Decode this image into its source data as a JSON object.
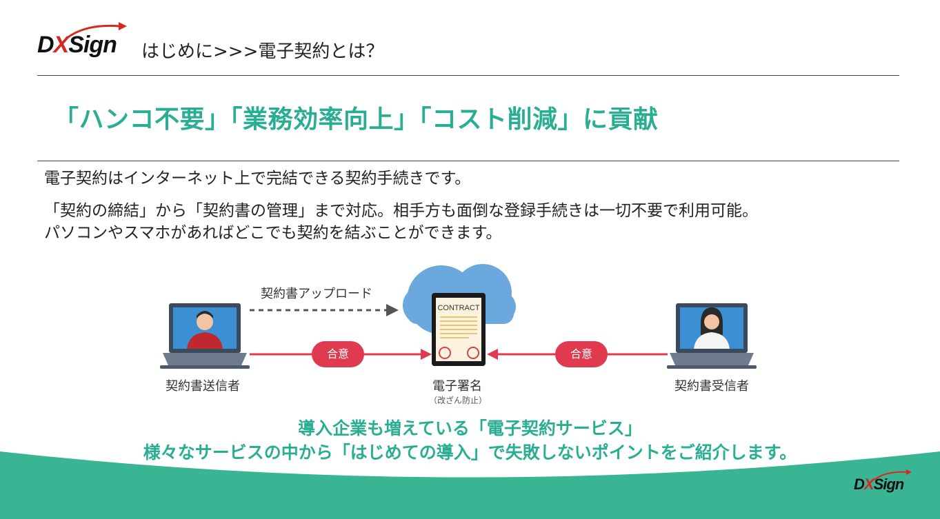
{
  "header": {
    "logo_text_d": "D",
    "logo_text_x": "X",
    "logo_text_sign": "Sign",
    "title": "はじめに>>>電子契約とは？"
  },
  "headline": "「ハンコ不要」「業務効率向上」「コスト削減」に貢献",
  "body": {
    "line1": "電子契約はインターネット上で完結できる契約手続きです。",
    "line2": "「契約の締結」から「契約書の管理」まで対応。相手方も面倒な登録手続きは一切不要で利用可能。",
    "line3": "パソコンやスマホがあればどこでも契約を結ぶことができます。"
  },
  "diagram": {
    "upload_label": "契約書アップロード",
    "sender_label": "契約書送信者",
    "receiver_label": "契約書受信者",
    "center_label": "電子署名",
    "center_sublabel": "（改ざん防止）",
    "agree_left": "合意",
    "agree_right": "合意",
    "contract_text": "CONTRACT"
  },
  "footer": {
    "line1": "導入企業も増えている「電子契約サービス」",
    "line2": "様々なサービスの中から「はじめての導入」で失敗しないポイントをご紹介します。"
  },
  "colors": {
    "accent_green": "#2aae93",
    "agree_red": "#e03a4e",
    "cloud_blue": "#6aa8de",
    "wave_green": "#3ab594"
  }
}
